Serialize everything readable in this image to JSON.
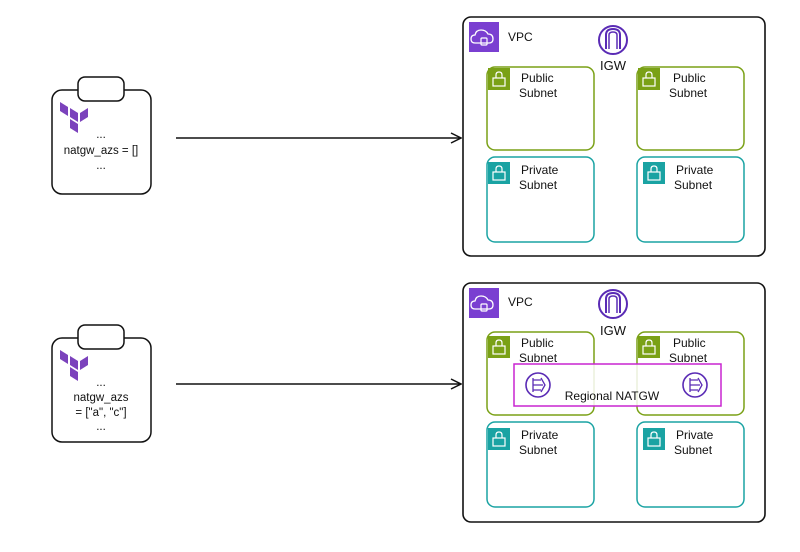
{
  "diagrams": [
    {
      "clipboard": {
        "lines": [
          "...",
          "natgw_azs = []",
          "..."
        ]
      },
      "vpc": {
        "label": "VPC",
        "igw_label": "IGW",
        "public_subnets": [
          {
            "line1": "Public",
            "line2": "Subnet"
          },
          {
            "line1": "Public",
            "line2": "Subnet"
          }
        ],
        "private_subnets": [
          {
            "line1": "Private",
            "line2": "Subnet"
          },
          {
            "line1": "Private",
            "line2": "Subnet"
          }
        ]
      }
    },
    {
      "clipboard": {
        "lines": [
          "...",
          "natgw_azs",
          "= [\"a\", \"c\"]",
          "..."
        ]
      },
      "vpc": {
        "label": "VPC",
        "igw_label": "IGW",
        "public_subnets": [
          {
            "line1": "Public",
            "line2": "Subnet"
          },
          {
            "line1": "Public",
            "line2": "Subnet"
          }
        ],
        "private_subnets": [
          {
            "line1": "Private",
            "line2": "Subnet"
          },
          {
            "line1": "Private",
            "line2": "Subnet"
          }
        ],
        "natgw_label": "Regional NATGW"
      }
    }
  ],
  "colors": {
    "vpc_icon": "#7a3fd1",
    "igw": "#5a2bb5",
    "public_subnet": "#7aa116",
    "private_subnet": "#1aa3a3",
    "natgw": "#c925d1",
    "terraform": "#7b42bc"
  }
}
